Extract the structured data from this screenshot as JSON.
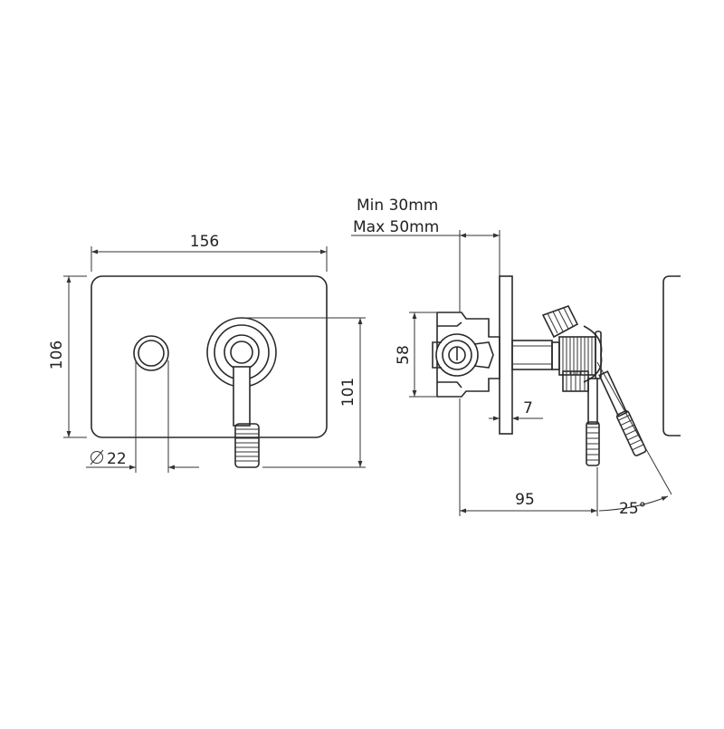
{
  "dimensions": {
    "plate_width": "156",
    "plate_height": "106",
    "handle_center_height": "101",
    "button_diameter": "22",
    "body_depth": "58",
    "wall_min": "Min 30mm",
    "wall_max": "Max 50mm",
    "flange_thickness": "7",
    "total_projection": "95",
    "hose_angle": "25°"
  }
}
